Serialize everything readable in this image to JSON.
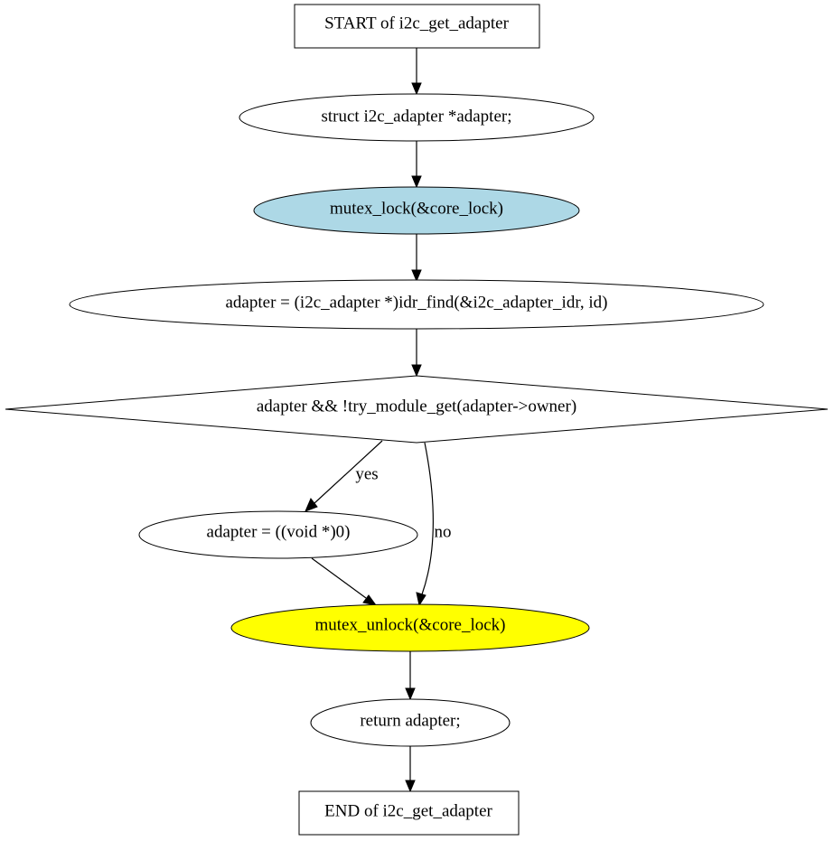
{
  "colors": {
    "background": "#ffffff",
    "default_fill": "#ffffff",
    "lock_fill": "#add8e6",
    "unlock_fill": "#ffff00",
    "stroke": "#000000"
  },
  "nodes": {
    "start": {
      "label": "START of i2c_get_adapter",
      "shape": "box"
    },
    "decl": {
      "label": "struct i2c_adapter *adapter;",
      "shape": "ellipse"
    },
    "lock": {
      "label": "mutex_lock(&core_lock)",
      "shape": "ellipse",
      "fill": "lightblue"
    },
    "find": {
      "label": "adapter = (i2c_adapter *)idr_find(&i2c_adapter_idr, id)",
      "shape": "ellipse"
    },
    "cond": {
      "label": "adapter && !try_module_get(adapter->owner)",
      "shape": "diamond"
    },
    "null": {
      "label": "adapter = ((void *)0)",
      "shape": "ellipse"
    },
    "unlock": {
      "label": "mutex_unlock(&core_lock)",
      "shape": "ellipse",
      "fill": "yellow"
    },
    "ret": {
      "label": "return adapter;",
      "shape": "ellipse"
    },
    "end": {
      "label": "END of i2c_get_adapter",
      "shape": "box"
    }
  },
  "edges": [
    {
      "from": "start",
      "to": "decl",
      "label": ""
    },
    {
      "from": "decl",
      "to": "lock",
      "label": ""
    },
    {
      "from": "lock",
      "to": "find",
      "label": ""
    },
    {
      "from": "find",
      "to": "cond",
      "label": ""
    },
    {
      "from": "cond",
      "to": "null",
      "label": "yes"
    },
    {
      "from": "cond",
      "to": "unlock",
      "label": "no"
    },
    {
      "from": "null",
      "to": "unlock",
      "label": ""
    },
    {
      "from": "unlock",
      "to": "ret",
      "label": ""
    },
    {
      "from": "ret",
      "to": "end",
      "label": ""
    }
  ]
}
